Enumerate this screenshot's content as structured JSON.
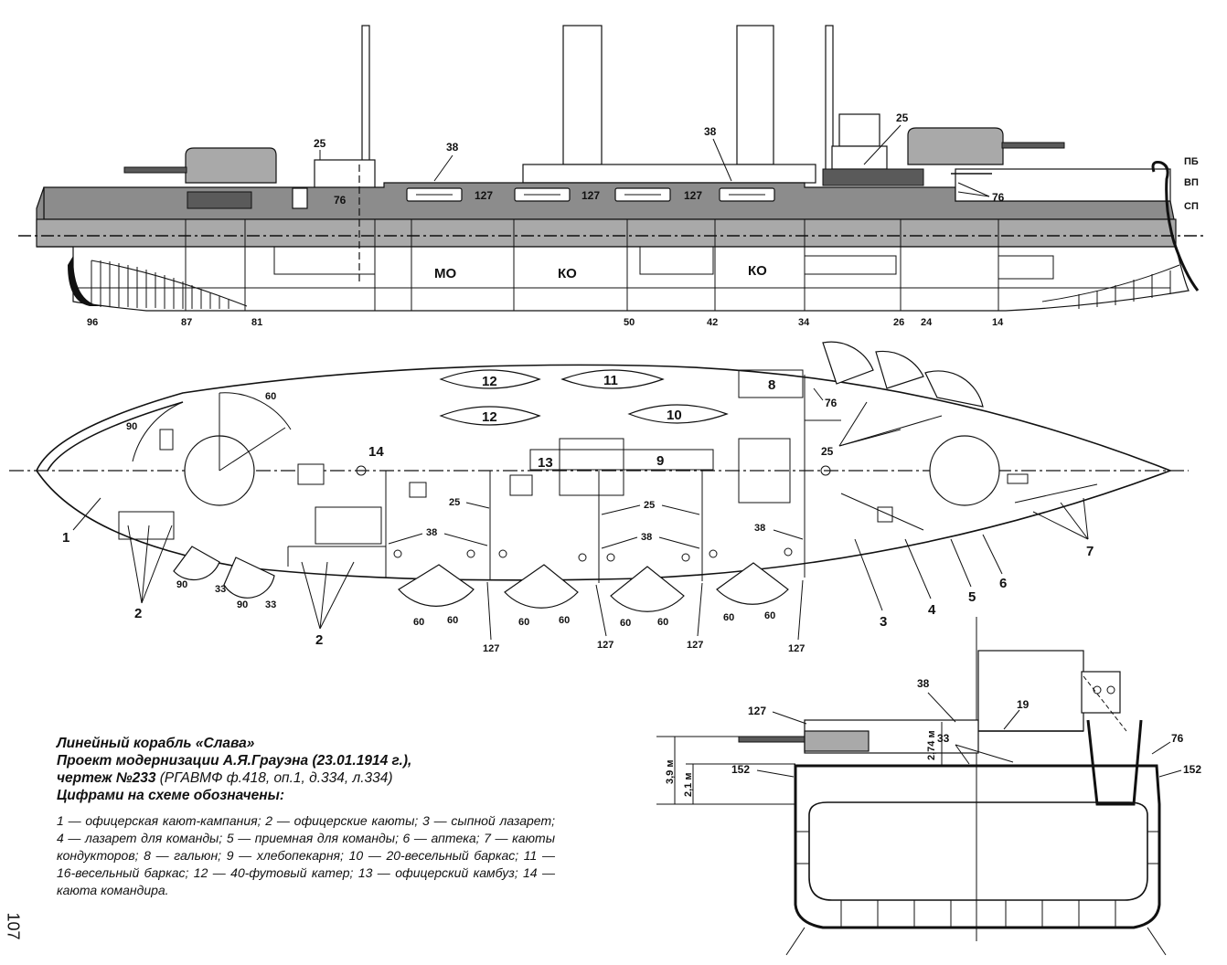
{
  "profile": {
    "frames": [
      "96",
      "87",
      "81",
      "50",
      "42",
      "34",
      "26",
      "24",
      "14"
    ],
    "compartments": [
      "МО",
      "КО",
      "КО"
    ],
    "guns_127": [
      "127",
      "127",
      "127"
    ],
    "gun_76": "76",
    "gun_76_right": "76",
    "callout_25_left": "25",
    "callout_25_right": "25",
    "callout_38_left": "38",
    "callout_38_right": "38",
    "waterlines": [
      "ПБ",
      "ВП",
      "СП"
    ]
  },
  "plan": {
    "items": {
      "i1": "1",
      "i2a": "2",
      "i2b": "2",
      "i3": "3",
      "i4": "4",
      "i5": "5",
      "i6": "6",
      "i7": "7",
      "i8": "8",
      "i9": "9",
      "i10": "10",
      "i11": "11",
      "i12a": "12",
      "i12b": "12",
      "i13": "13",
      "i14": "14"
    },
    "angles": {
      "a60_top": "60",
      "a90_top": "90",
      "a90_l1": "90",
      "a33_l1": "33",
      "a90_l2": "90",
      "a33_l2": "33",
      "p1a": "60",
      "p1b": "60",
      "p2a": "60",
      "p2b": "60",
      "p3a": "60",
      "p3b": "60",
      "p4a": "60",
      "p4b": "60"
    },
    "callouts": {
      "c76": "76",
      "c25_right": "25",
      "c25_a": "25",
      "c25_b": "25",
      "c38_a": "38",
      "c38_b": "38",
      "c38_c": "38",
      "c127_a": "127",
      "c127_b": "127",
      "c127_c": "127",
      "c127_d": "127"
    }
  },
  "section": {
    "labels": {
      "l127": "127",
      "l38": "38",
      "l19": "19",
      "l76": "76",
      "l152_left": "152",
      "l152_right": "152",
      "l33": "33"
    },
    "dims": {
      "h39": "3,9 м",
      "h21": "2,1 м",
      "h274": "2,74 м"
    }
  },
  "caption": {
    "ship": "Линейный корабль «Слава»",
    "project": "Проект модернизации А.Я.Грауэна (23.01.1914 г.),",
    "drawing_bold": "чертеж №233",
    "drawing_ref": " (РГАВМФ ф.418, оп.1, д.334, л.334)",
    "legend_title": "Цифрами на схеме обозначены:",
    "legend": "1 — офицерская кают-кампания; 2 — офицерские каюты; 3 — сыпной лазарет; 4 — лазарет для команды; 5 — приемная для команды; 6 — аптека; 7 — каюты кондукторов; 8 — гальюн; 9 — хлебопекарня; 10 — 20-весельный баркас; 11 — 16-весельный баркас;  12 — 40-футовый  катер; 13 — офицерский камбуз; 14 — каюта командира."
  },
  "page_number": "107"
}
